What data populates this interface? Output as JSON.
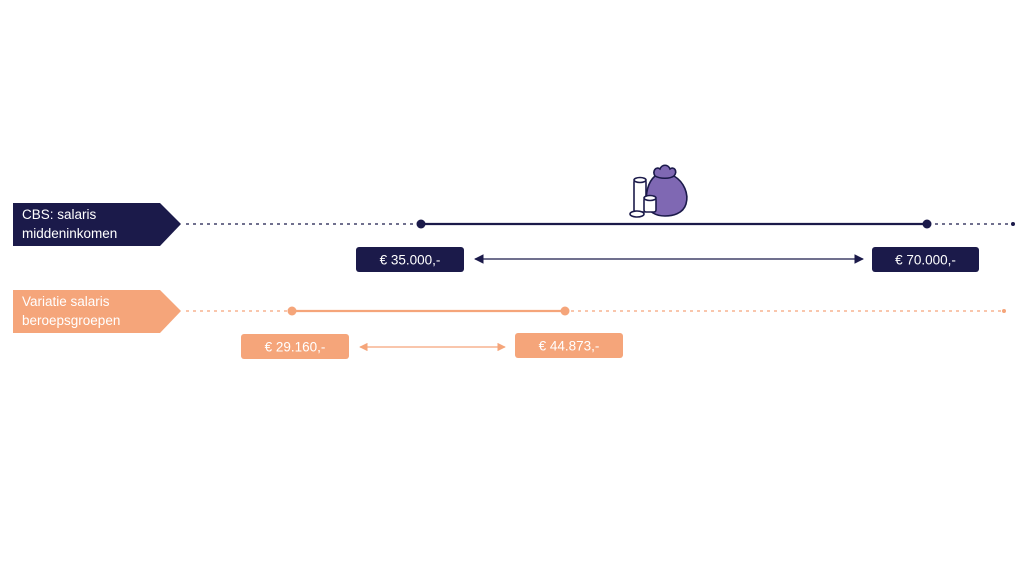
{
  "colors": {
    "navy": "#1b1a4a",
    "orange": "#f5a57a",
    "orange_light": "#f9c9aa",
    "bag": "#7f68b3",
    "white": "#ffffff"
  },
  "rows": [
    {
      "id": "cbs",
      "label_line1": "CBS: salaris",
      "label_line2": "middeninkomen",
      "min_label": "€ 35.000,-",
      "max_label": "€ 70.000,-",
      "min_value": 35000,
      "max_value": 70000,
      "color": "#1b1a4a"
    },
    {
      "id": "variatie",
      "label_line1": "Variatie salaris",
      "label_line2": "beroepsgroepen",
      "min_label": "€ 29.160,-",
      "max_label": "€ 44.873,-",
      "min_value": 29160,
      "max_value": 44873,
      "color": "#f5a57a"
    }
  ],
  "icons": {
    "money": "money-bag-icon"
  }
}
